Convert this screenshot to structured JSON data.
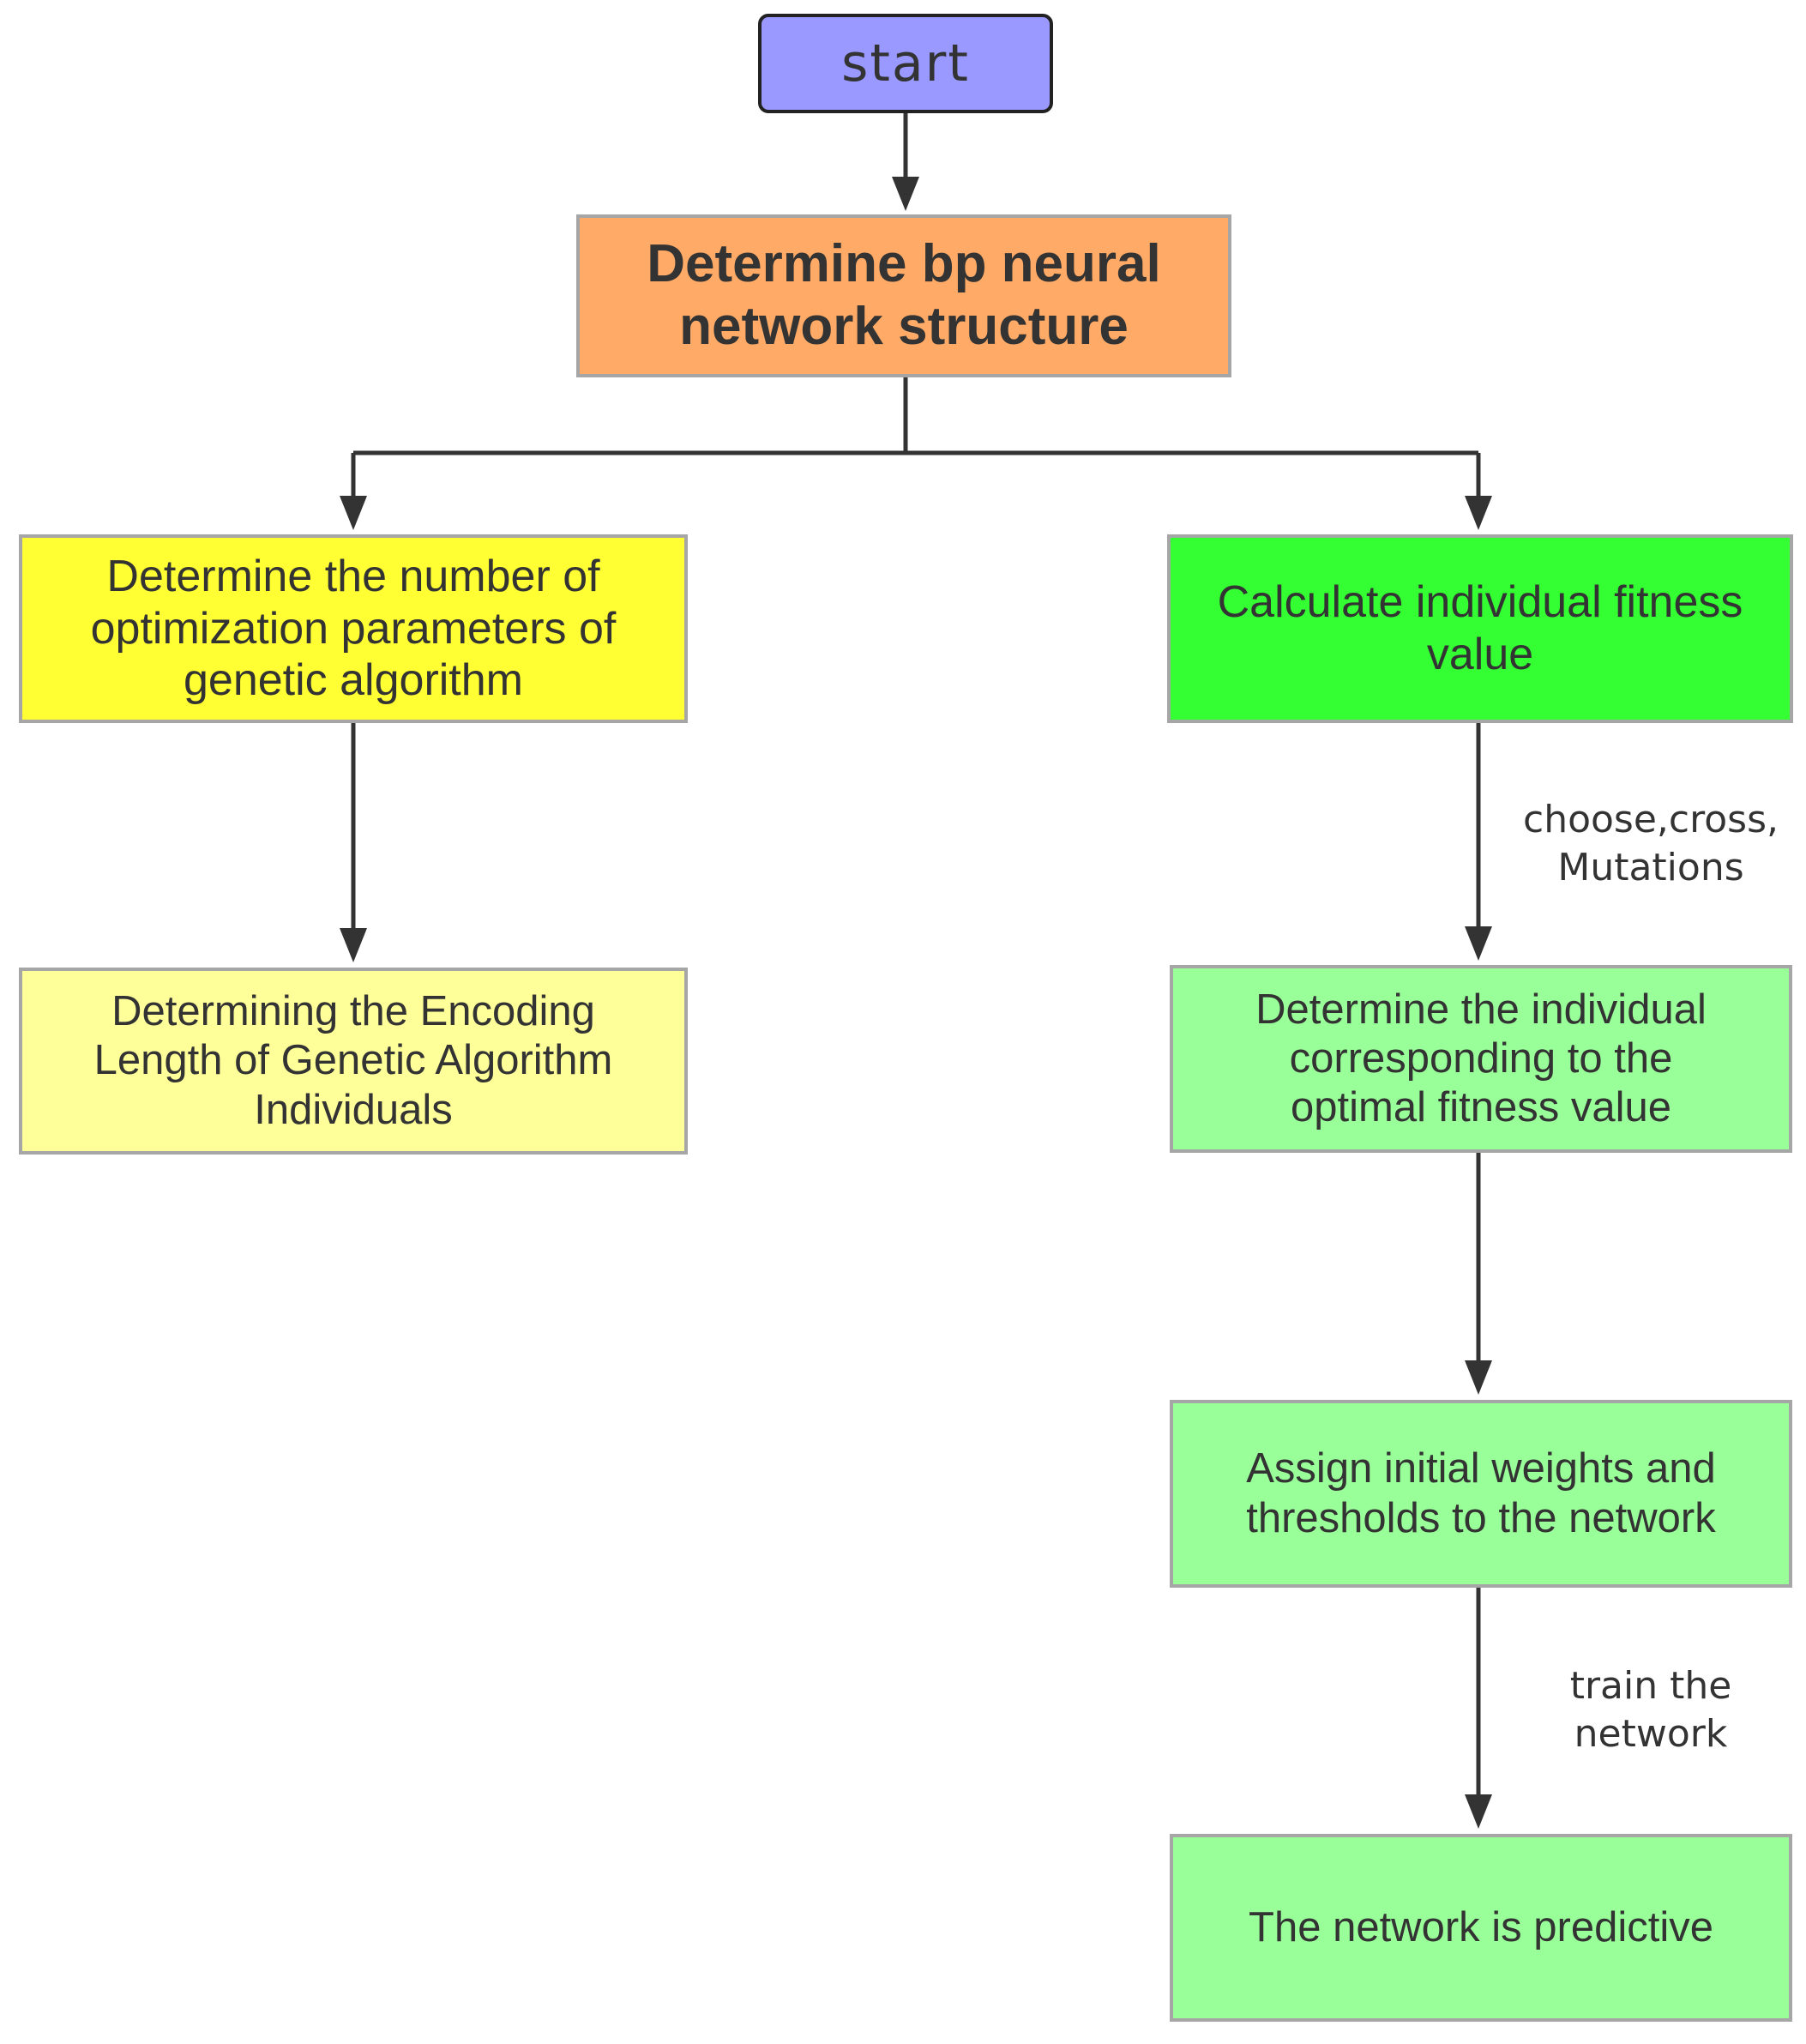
{
  "nodes": {
    "start": {
      "label": "start",
      "color": "#9999ff"
    },
    "structure": {
      "label": "Determine bp neural network structure",
      "color": "#ffaa66"
    },
    "optimization_params": {
      "label": "Determine the number of optimization parameters of genetic algorithm",
      "color": "#ffff33"
    },
    "encoding_length": {
      "label": "Determining the Encoding Length of Genetic Algorithm Individuals",
      "color": "#ffff99"
    },
    "fitness": {
      "label": "Calculate individual fitness value",
      "color": "#33ff33"
    },
    "optimal_individual": {
      "label": "Determine the individual corresponding to the optimal fitness value",
      "color": "#99ff99"
    },
    "assign_weights": {
      "label": "Assign initial weights and thresholds to the network",
      "color": "#99ff99"
    },
    "predictive": {
      "label": "The network is predictive",
      "color": "#99ff99"
    }
  },
  "edge_labels": {
    "genetic_ops": "choose,cross, Mutations",
    "train": "train the network"
  }
}
